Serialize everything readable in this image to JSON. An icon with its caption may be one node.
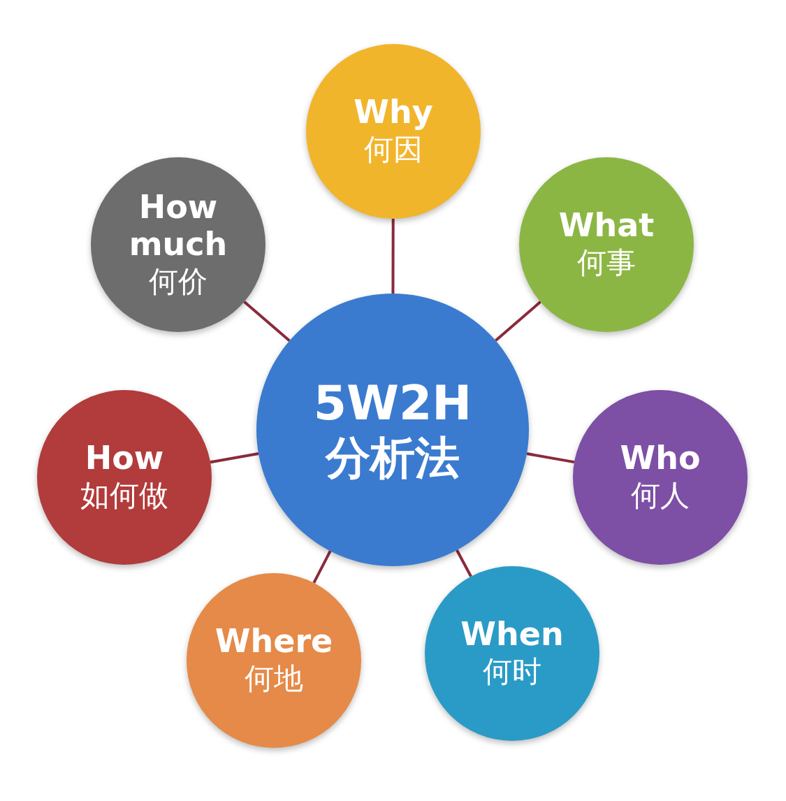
{
  "diagram": {
    "nodes": [
      {
        "text": [
          "5W2H",
          "分析法"
        ]
      },
      {
        "text": [
          "Why",
          "何因"
        ]
      },
      {
        "text": [
          "What",
          "何事"
        ]
      },
      {
        "text": [
          "Who",
          "何人"
        ]
      },
      {
        "text": [
          "When",
          "何时"
        ]
      },
      {
        "text": [
          "Where",
          "何地"
        ]
      },
      {
        "text": [
          "How",
          "如何做"
        ]
      },
      {
        "text": [
          "How much",
          "何价"
        ]
      }
    ],
    "edges": [
      {
        "from": 0,
        "to": 1,
        "arrow": "none"
      },
      {
        "from": 0,
        "to": 2,
        "arrow": "none"
      },
      {
        "from": 0,
        "to": 3,
        "arrow": "none"
      },
      {
        "from": 0,
        "to": 4,
        "arrow": "none"
      },
      {
        "from": 0,
        "to": 5,
        "arrow": "none"
      },
      {
        "from": 0,
        "to": 6,
        "arrow": "none"
      },
      {
        "from": 0,
        "to": 7,
        "arrow": "none"
      }
    ]
  }
}
